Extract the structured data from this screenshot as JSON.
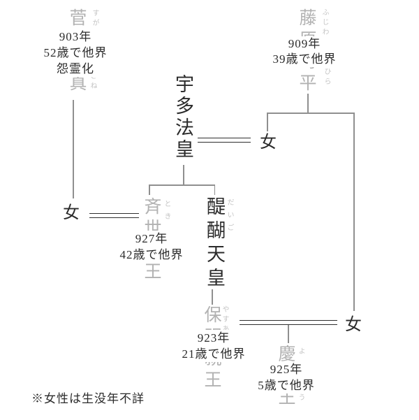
{
  "colors": {
    "background": "#ffffff",
    "ink": "#2b2b2b",
    "name_gray": "#b2b2b2",
    "furigana_gray": "#c5c5c5",
    "line_gray": "#8f8f8f",
    "marriage_line": "#2e2e2e"
  },
  "people": {
    "sugawara": {
      "name": "菅原道真",
      "furigana_top": "すが",
      "furigana_bottom": "ざね",
      "info": [
        "903年",
        "52歳で他界",
        "怨霊化"
      ]
    },
    "fujiwara": {
      "name": "藤原時平",
      "furigana_top": "ふじわ",
      "furigana_bottom": "ひら",
      "info": [
        "909年",
        "39歳で他界"
      ]
    },
    "uda": {
      "name": "宇多法皇"
    },
    "tokiyo": {
      "name": "斉世親王",
      "furigana_top": "とき",
      "info": [
        "927年",
        "42歳で他界"
      ]
    },
    "daigo": {
      "name": "醍醐天皇",
      "furigana_top": "だいご"
    },
    "yasuakira": {
      "name": "保明親王",
      "furigana_top": "やすあ",
      "info": [
        "923年",
        "21歳で他界"
      ]
    },
    "yoshiyori": {
      "name": "慶頼王",
      "furigana_top": "よ",
      "furigana_bottom": "う",
      "info": [
        "925年",
        "5歳で他界"
      ]
    },
    "woman_left": {
      "label": "女"
    },
    "woman_uda": {
      "label": "女"
    },
    "woman_bottom": {
      "label": "女"
    }
  },
  "footnote": "※女性は生没年不詳"
}
